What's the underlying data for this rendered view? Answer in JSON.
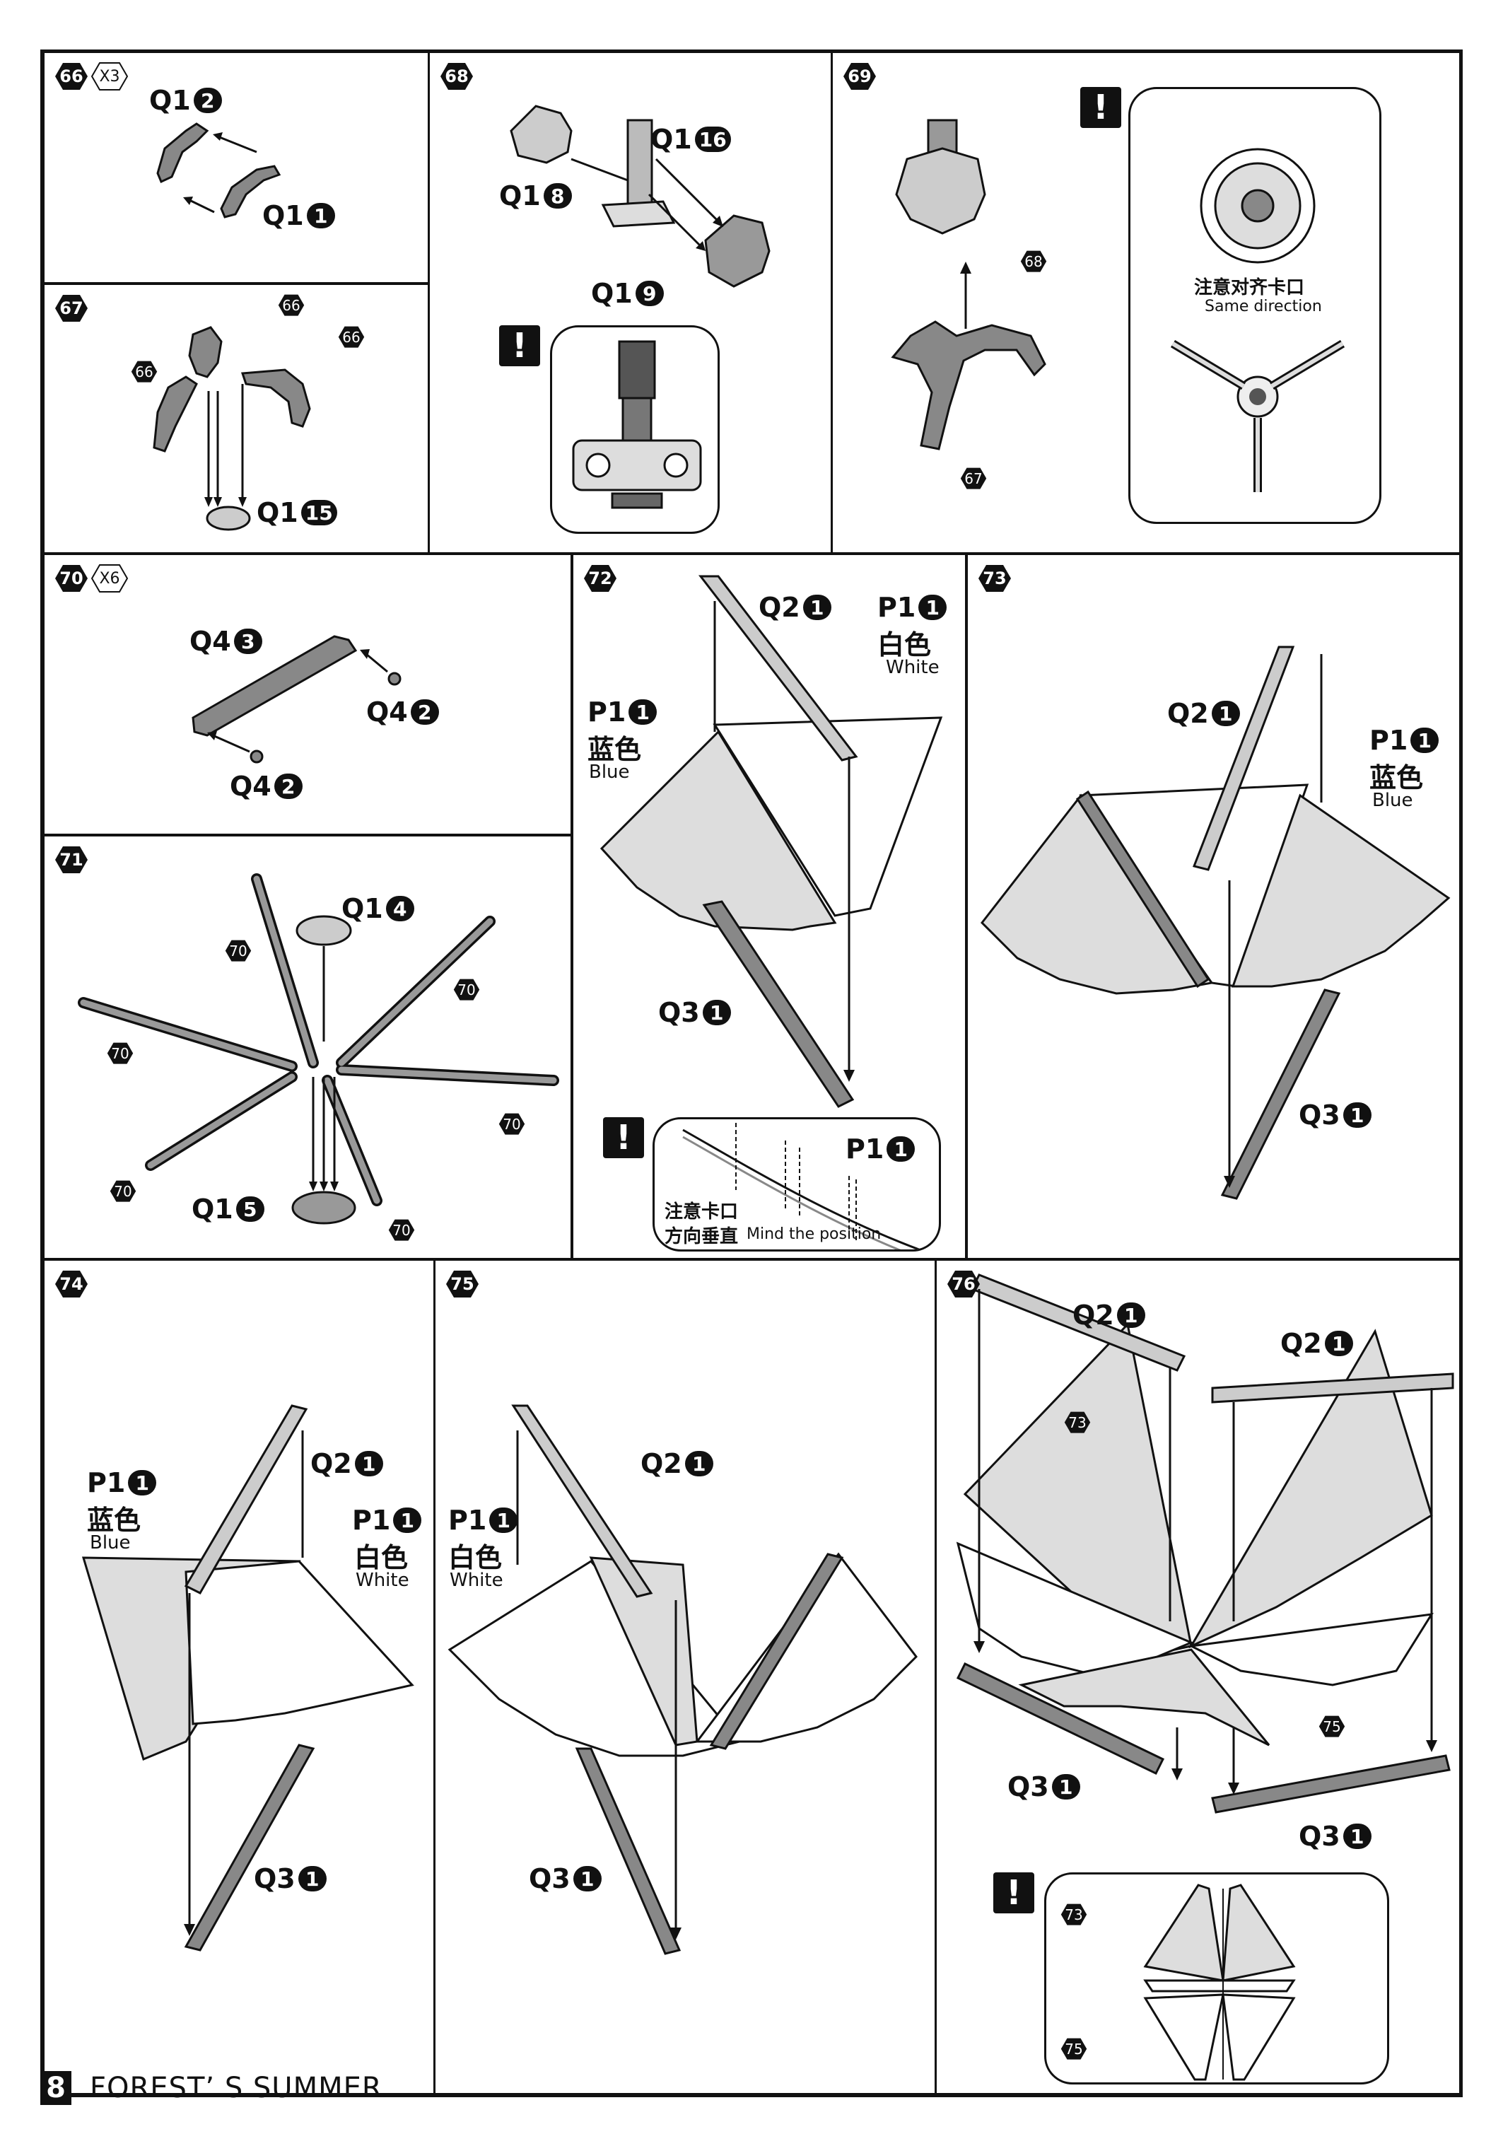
{
  "page": {
    "number": "8",
    "title": "FOREST’ S SUMMER"
  },
  "icons": {
    "warning": "exclamation-icon",
    "step": "hexagon-step-icon"
  },
  "steps": {
    "s66": {
      "no": "66",
      "mult": "X3",
      "parts": [
        {
          "code": "Q1",
          "n": "2"
        },
        {
          "code": "Q1",
          "n": "1"
        }
      ]
    },
    "s67": {
      "no": "67",
      "refs": [
        "66",
        "66",
        "66"
      ],
      "parts": [
        {
          "code": "Q1",
          "n": "15"
        }
      ]
    },
    "s68": {
      "no": "68",
      "parts": [
        {
          "code": "Q1",
          "n": "16"
        },
        {
          "code": "Q1",
          "n": "8"
        },
        {
          "code": "Q1",
          "n": "9"
        }
      ]
    },
    "s69": {
      "no": "69",
      "refs": [
        "68",
        "67"
      ],
      "note_cn": "注意对齐卡口",
      "note_en": "Same direction"
    },
    "s70": {
      "no": "70",
      "mult": "X6",
      "parts": [
        {
          "code": "Q4",
          "n": "3"
        },
        {
          "code": "Q4",
          "n": "2"
        },
        {
          "code": "Q4",
          "n": "2"
        }
      ]
    },
    "s71": {
      "no": "71",
      "refs": [
        "70",
        "70",
        "70",
        "70",
        "70",
        "70"
      ],
      "parts": [
        {
          "code": "Q1",
          "n": "4"
        },
        {
          "code": "Q1",
          "n": "5"
        }
      ]
    },
    "s72": {
      "no": "72",
      "parts": [
        {
          "code": "Q2",
          "n": "1"
        },
        {
          "code": "P1",
          "n": "1",
          "cn": "白色",
          "en": "White"
        },
        {
          "code": "P1",
          "n": "1",
          "cn": "蓝色",
          "en": "Blue"
        },
        {
          "code": "Q3",
          "n": "1"
        }
      ],
      "note": {
        "code": "P1",
        "n": "1",
        "cn1": "注意卡口",
        "cn2": "方向垂直",
        "en": "Mind the position"
      }
    },
    "s73": {
      "no": "73",
      "parts": [
        {
          "code": "Q2",
          "n": "1"
        },
        {
          "code": "P1",
          "n": "1",
          "cn": "蓝色",
          "en": "Blue"
        },
        {
          "code": "Q3",
          "n": "1"
        }
      ]
    },
    "s74": {
      "no": "74",
      "parts": [
        {
          "code": "P1",
          "n": "1",
          "cn": "蓝色",
          "en": "Blue"
        },
        {
          "code": "Q2",
          "n": "1"
        },
        {
          "code": "P1",
          "n": "1",
          "cn": "白色",
          "en": "White"
        },
        {
          "code": "Q3",
          "n": "1"
        }
      ]
    },
    "s75": {
      "no": "75",
      "parts": [
        {
          "code": "Q2",
          "n": "1"
        },
        {
          "code": "P1",
          "n": "1",
          "cn": "白色",
          "en": "White"
        },
        {
          "code": "Q3",
          "n": "1"
        }
      ]
    },
    "s76": {
      "no": "76",
      "refs": [
        "73",
        "75"
      ],
      "callout_refs": [
        "73",
        "75"
      ],
      "parts": [
        {
          "code": "Q2",
          "n": "1"
        },
        {
          "code": "Q2",
          "n": "1"
        },
        {
          "code": "Q3",
          "n": "1"
        },
        {
          "code": "Q3",
          "n": "1"
        }
      ]
    }
  }
}
